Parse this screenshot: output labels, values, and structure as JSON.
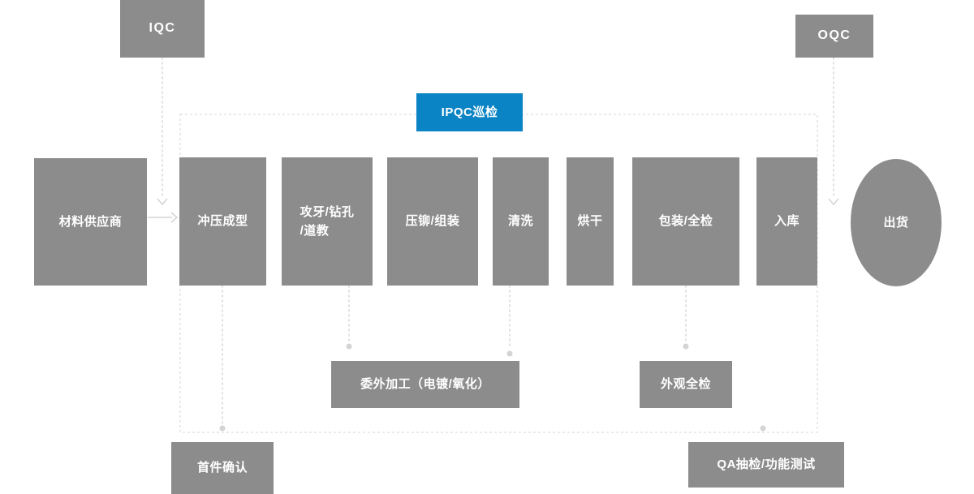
{
  "colors": {
    "node_gray": "#8c8c8c",
    "accent_blue": "#0a84c4",
    "connector_gray": "#d4d4d4",
    "label_white": "#ffffff"
  },
  "nodes": {
    "iqc": {
      "label": "IQC"
    },
    "oqc": {
      "label": "OQC"
    },
    "ipqc_patrol": {
      "label": "IPQC巡检"
    },
    "material_supplier": {
      "label": "材料供应商"
    },
    "stamping": {
      "label": "冲压成型"
    },
    "tapping_drilling": {
      "label": "攻牙/钻孔\n/道教"
    },
    "riveting_assembly": {
      "label": "压铆/组装"
    },
    "cleaning": {
      "label": "清洗"
    },
    "drying": {
      "label": "烘干"
    },
    "packing_inspection": {
      "label": "包装/全检"
    },
    "warehousing": {
      "label": "入库"
    },
    "shipping": {
      "label": "出货"
    },
    "outsourcing": {
      "label": "委外加工（电镀/氧化）"
    },
    "appearance_inspection": {
      "label": "外观全检"
    },
    "first_article_confirm": {
      "label": "首件确认"
    },
    "qa_sampling_test": {
      "label": "QA抽检/功能测试"
    }
  },
  "flow_sequence": [
    "材料供应商",
    "冲压成型",
    "攻牙/钻孔/道教",
    "压铆/组装",
    "清洗",
    "烘干",
    "包装/全检",
    "入库",
    "出货"
  ],
  "edges": [
    {
      "from": "iqc",
      "to": "material_supplier→stamping",
      "style": "dotted-arrow"
    },
    {
      "from": "material_supplier",
      "to": "stamping",
      "style": "arrow"
    },
    {
      "from": "oqc",
      "to": "warehousing→shipping",
      "style": "dotted-arrow"
    },
    {
      "from": "ipqc_patrol",
      "to": "process-boundary",
      "style": "dashed-boundary"
    },
    {
      "from": "stamping",
      "to": "first_article_confirm",
      "style": "dotted-dot"
    },
    {
      "from": "tapping_drilling",
      "to": "outsourcing",
      "style": "dotted-dot"
    },
    {
      "from": "cleaning",
      "to": "outsourcing",
      "style": "dotted-dot"
    },
    {
      "from": "packing_inspection",
      "to": "appearance_inspection",
      "style": "dotted-dot"
    },
    {
      "from": "qa_sampling_test",
      "to": "process-boundary",
      "style": "dot"
    }
  ]
}
